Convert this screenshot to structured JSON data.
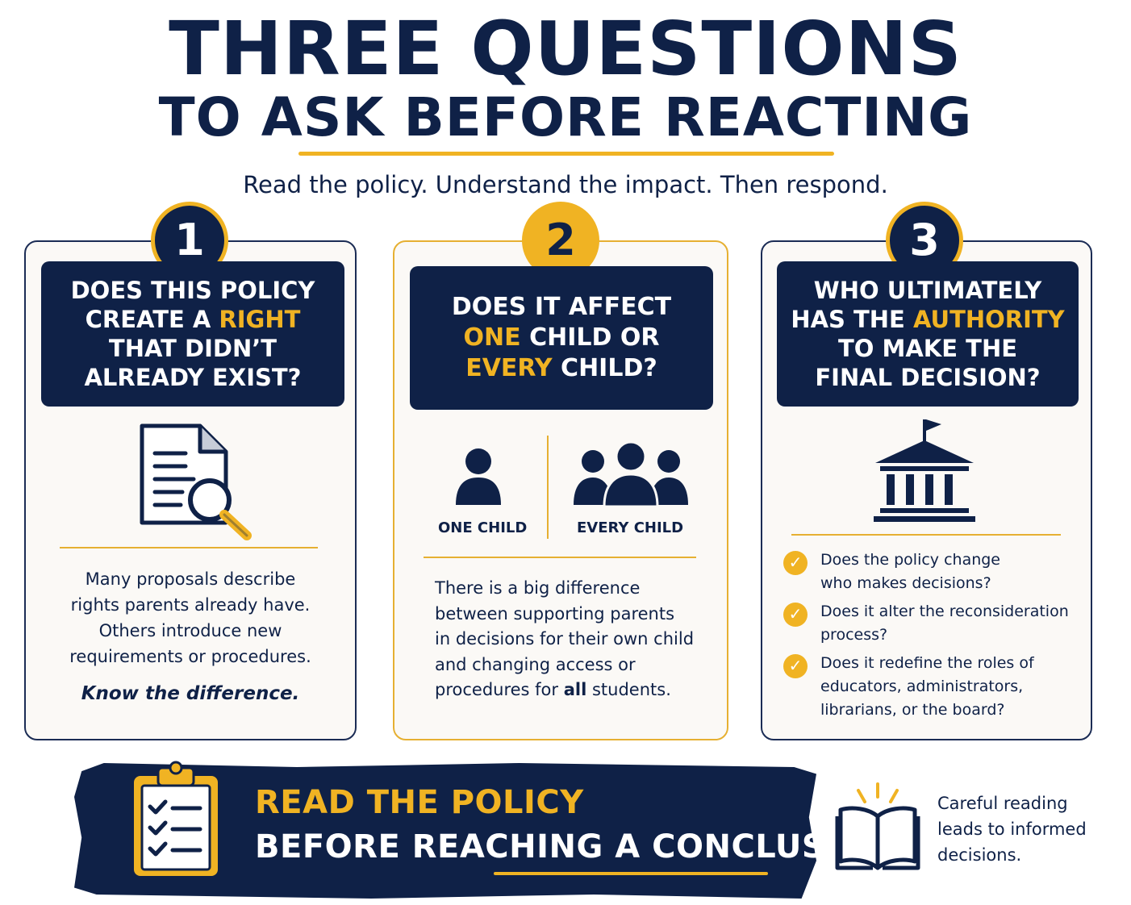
{
  "header": {
    "title_line1": "THREE QUESTIONS",
    "title_line2": "TO ASK BEFORE REACTING",
    "subtitle": "Read the policy. Understand the impact. Then respond."
  },
  "colors": {
    "navy": "#0f2147",
    "gold": "#f0b323",
    "card_background": "#fbf9f6"
  },
  "cards": [
    {
      "number": "1",
      "icon": "document-magnifier-icon",
      "question": [
        {
          "text": "DOES THIS POLICY",
          "highlight": ""
        },
        {
          "pre": "CREATE A ",
          "highlight": "RIGHT",
          "post": ""
        },
        {
          "text": "THAT DIDN’T",
          "highlight": ""
        },
        {
          "text": "ALREADY EXIST?",
          "highlight": ""
        }
      ],
      "body": [
        "Many proposals describe",
        "rights parents already have.",
        "Others introduce new",
        "requirements or procedures."
      ],
      "emphasis": "Know the difference."
    },
    {
      "number": "2",
      "icon": "people-icon",
      "question": [
        {
          "text": "DOES IT AFFECT",
          "highlight": ""
        },
        {
          "pre": "",
          "highlight": "ONE",
          "post": " CHILD OR"
        },
        {
          "pre": "",
          "highlight": "EVERY",
          "post": " CHILD?"
        }
      ],
      "one_child_label": "ONE CHILD",
      "every_child_label": "EVERY CHILD",
      "body": [
        "There is a big difference",
        "between supporting parents",
        "in decisions for their own child",
        "and changing access or"
      ],
      "body_last_pre": "procedures for ",
      "body_last_bold": "all",
      "body_last_post": " students."
    },
    {
      "number": "3",
      "icon": "government-building-icon",
      "question": [
        {
          "text": "WHO ULTIMATELY",
          "highlight": ""
        },
        {
          "pre": "HAS THE ",
          "highlight": "AUTHORITY",
          "post": ""
        },
        {
          "text": "TO MAKE THE",
          "highlight": ""
        },
        {
          "text": "FINAL DECISION?",
          "highlight": ""
        }
      ],
      "checklist": [
        [
          "Does the policy change",
          "who makes decisions?"
        ],
        [
          "Does it alter the reconsideration",
          "process?"
        ],
        [
          "Does it redefine the roles of",
          "educators, administrators,",
          "librarians, or the board?"
        ]
      ]
    }
  ],
  "banner": {
    "line1": "READ THE POLICY",
    "line2": "BEFORE REACHING A CONCLUSION.",
    "icon": "clipboard-checklist-icon"
  },
  "footer": {
    "icon": "open-book-icon",
    "lines": [
      "Careful reading",
      "leads to informed",
      "decisions."
    ]
  }
}
